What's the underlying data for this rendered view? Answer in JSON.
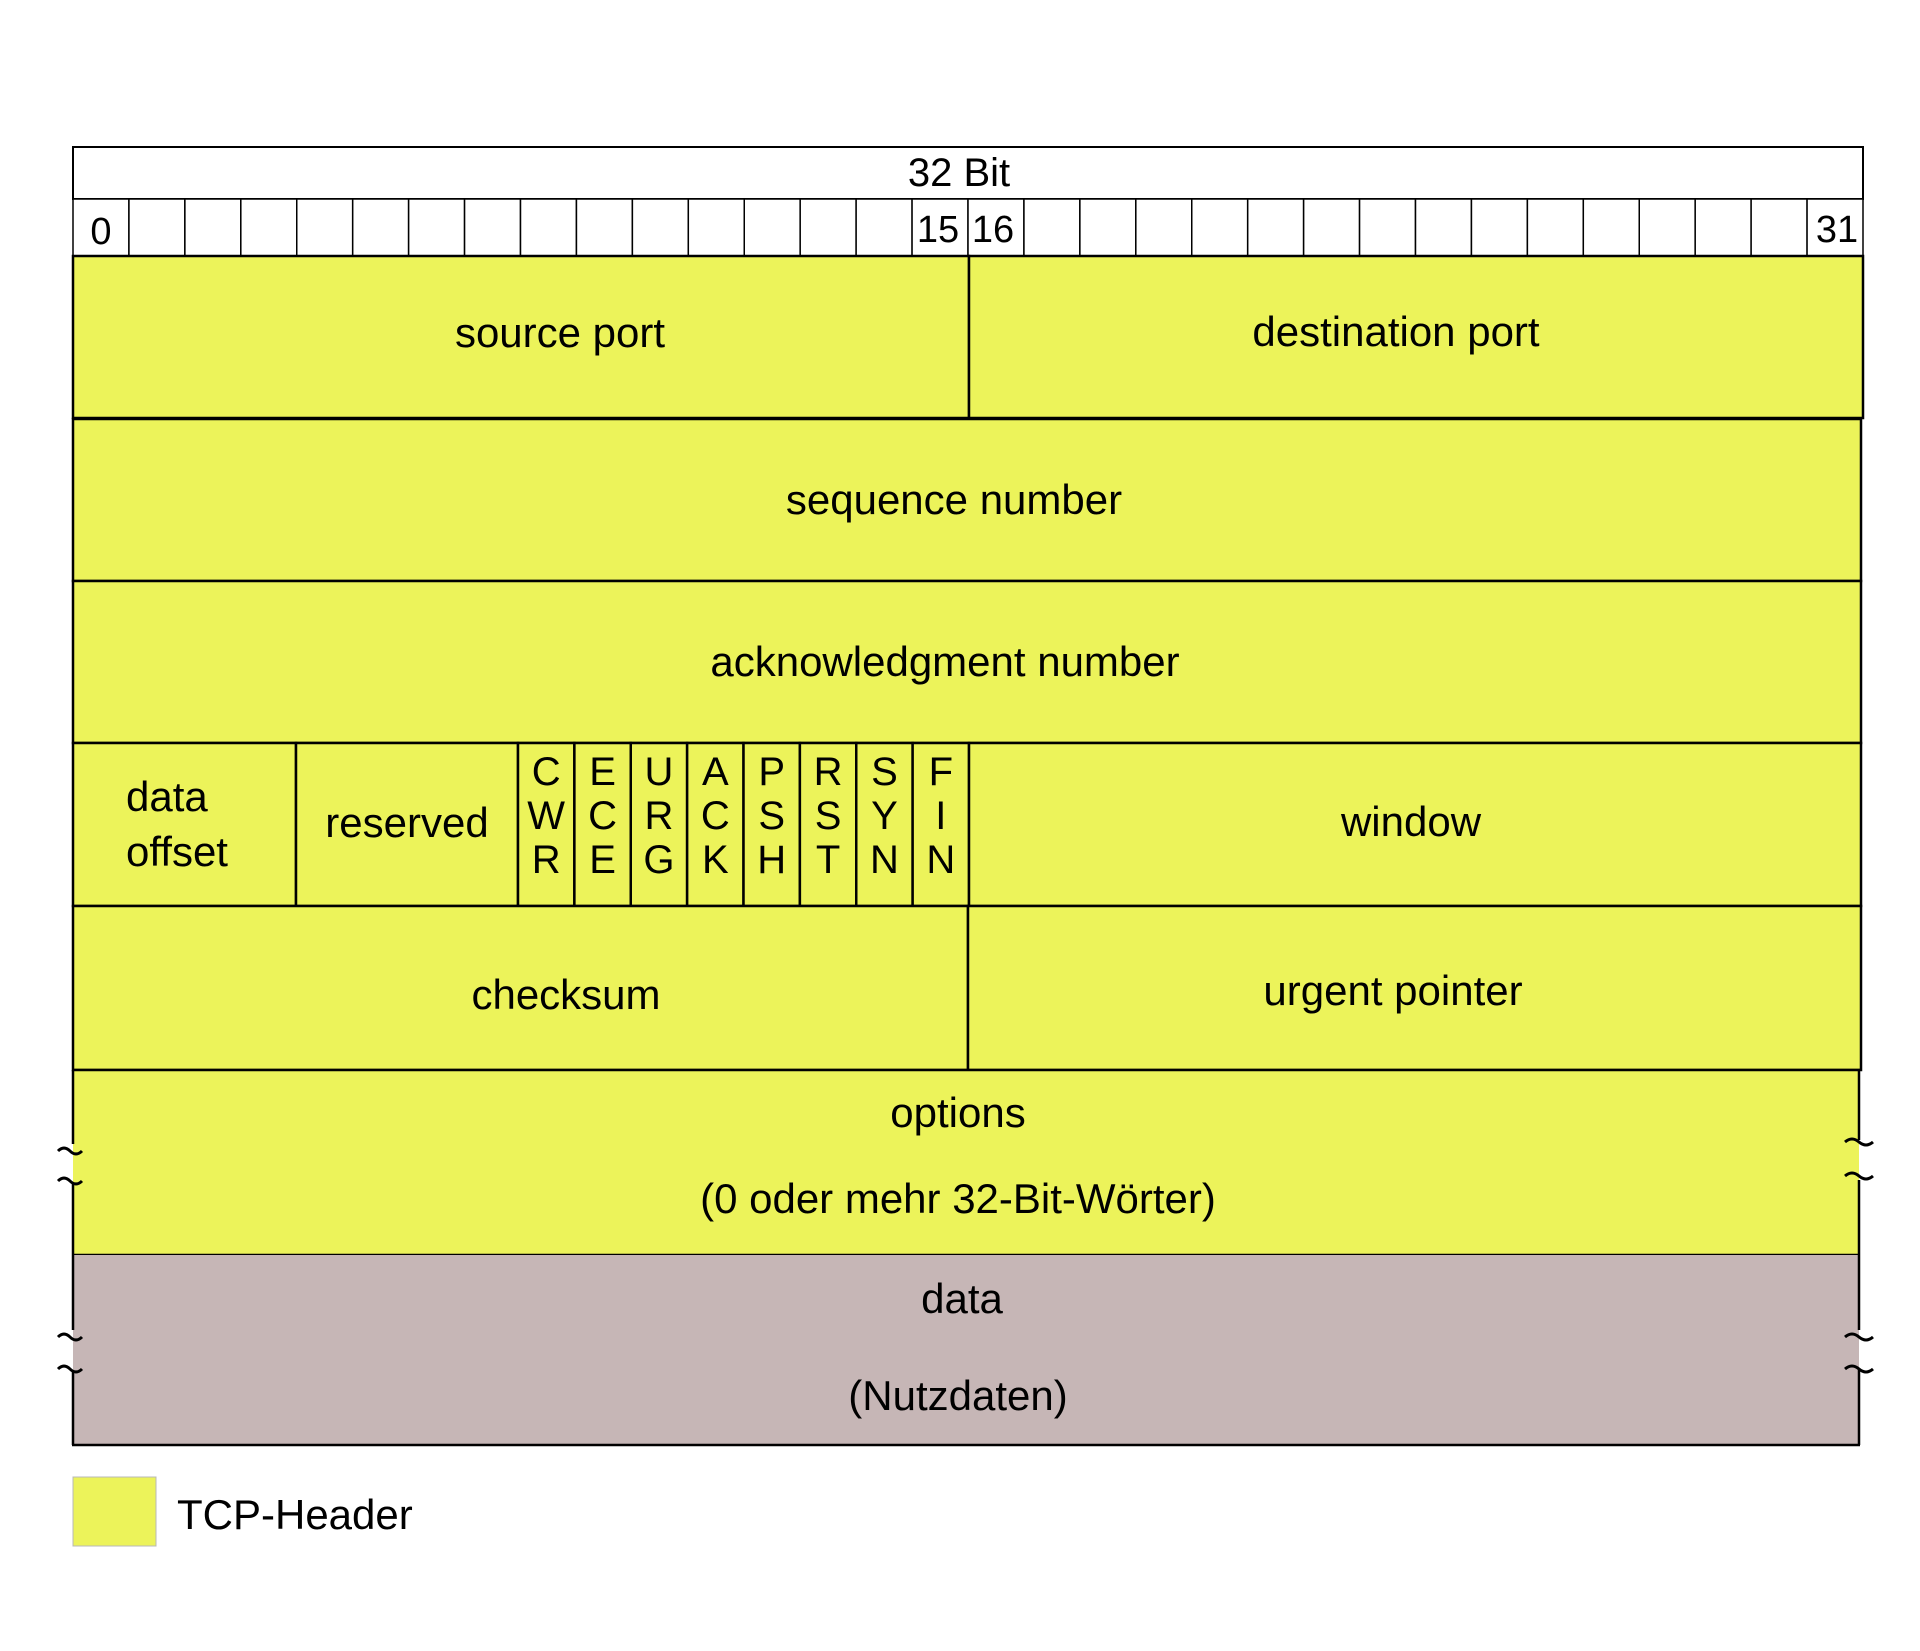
{
  "header_title": "32 Bit",
  "bit_labels": {
    "first": "0",
    "mid_left": "15",
    "mid_right": "16",
    "last": "31"
  },
  "fields": {
    "source_port": "source port",
    "destination_port": "destination port",
    "sequence_number": "sequence number",
    "acknowledgment_number": "acknowledgment number",
    "data_offset_line1": "data",
    "data_offset_line2": "offset",
    "reserved": "reserved",
    "window": "window",
    "checksum": "checksum",
    "urgent_pointer": "urgent pointer",
    "options_line1": "options",
    "options_line2": "(0 oder mehr 32-Bit-Wörter)",
    "data_line1": "data",
    "data_line2": "(Nutzdaten)"
  },
  "flags": [
    {
      "letters": [
        "C",
        "W",
        "R"
      ]
    },
    {
      "letters": [
        "E",
        "C",
        "E"
      ]
    },
    {
      "letters": [
        "U",
        "R",
        "G"
      ]
    },
    {
      "letters": [
        "A",
        "C",
        "K"
      ]
    },
    {
      "letters": [
        "P",
        "S",
        "H"
      ]
    },
    {
      "letters": [
        "R",
        "S",
        "T"
      ]
    },
    {
      "letters": [
        "S",
        "Y",
        "N"
      ]
    },
    {
      "letters": [
        "F",
        "I",
        "N"
      ]
    }
  ],
  "legend": {
    "label": "TCP-Header"
  },
  "colors": {
    "header": "#ecf35a",
    "data": "#c6b6b6",
    "line": "#000000"
  }
}
